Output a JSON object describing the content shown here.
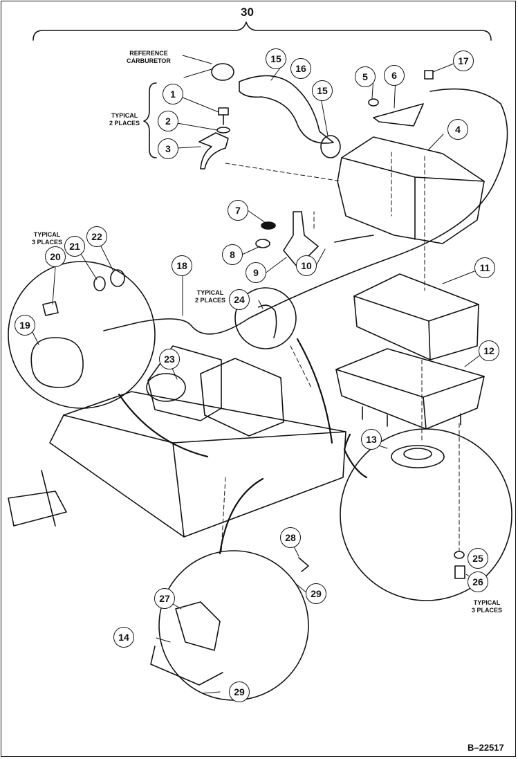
{
  "assembly_number": "30",
  "document_number": "B–22517",
  "notes": {
    "reference_carburetor": "REFERENCE\nCARBURETOR",
    "typical_2_places_top": "TYPICAL\n2 PLACES",
    "typical_3_places_left": "TYPICAL\n3 PLACES",
    "typical_2_places_mid": "TYPICAL\n2 PLACES",
    "typical_3_places_right": "TYPICAL\n3 PLACES"
  },
  "callouts": [
    "1",
    "2",
    "3",
    "4",
    "5",
    "6",
    "7",
    "8",
    "9",
    "10",
    "11",
    "12",
    "13",
    "14",
    "15",
    "15",
    "16",
    "17",
    "18",
    "19",
    "20",
    "21",
    "22",
    "23",
    "24",
    "25",
    "26",
    "27",
    "28",
    "29",
    "29"
  ]
}
